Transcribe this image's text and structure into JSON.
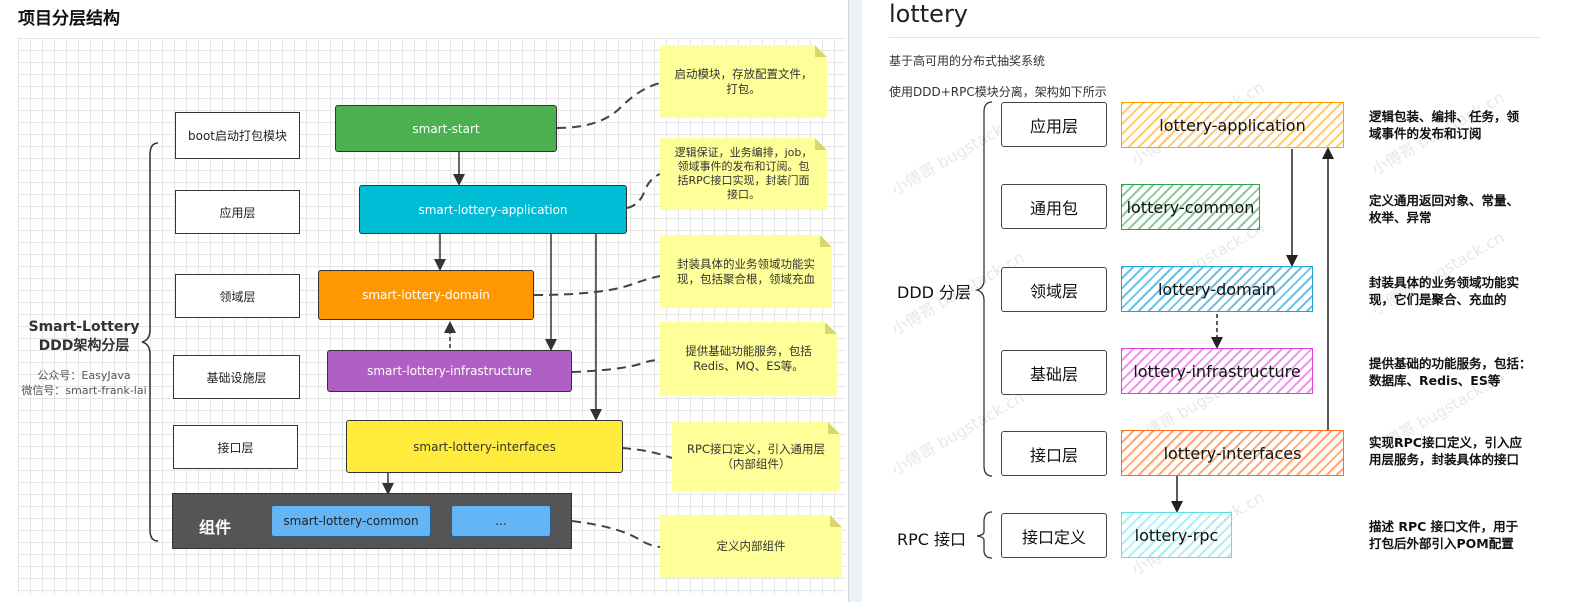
{
  "left": {
    "title": "项目分层结构",
    "main_title_line1": "Smart-Lottery",
    "main_title_line2": "DDD架构分层",
    "sub_line1": "公众号：EasyJava",
    "sub_line2": "微信号：smart-frank-lai",
    "layers": [
      "boot启动打包模块",
      "应用层",
      "领域层",
      "基础设施层",
      "接口层"
    ],
    "modules": {
      "start": "smart-start",
      "application": "smart-lottery-application",
      "domain": "smart-lottery-domain",
      "infrastructure": "smart-lottery-infrastructure",
      "interfaces": "smart-lottery-interfaces",
      "component_label": "组件",
      "common": "smart-lottery-common",
      "more": "..."
    },
    "notes": [
      [
        "启动模块，存放配置文件，",
        "打包。"
      ],
      [
        "逻辑保证，业务编排，job，",
        "领域事件的发布和订阅。包",
        "括RPC接口实现，封装门面",
        "接口。"
      ],
      [
        "封装具体的业务领域功能实",
        "现，包括聚合根，领域充血"
      ],
      [
        "提供基础功能服务，包括",
        "Redis、MQ、ES等。"
      ],
      [
        "RPC接口定义，引入通用层",
        "（内部组件）"
      ],
      [
        "定义内部组件"
      ]
    ],
    "colors": {
      "start": "#4caf50",
      "application": "#00bcd4",
      "domain": "#ff9800",
      "infrastructure": "#b05fc4",
      "interfaces": "#ffeb3b",
      "component": "#555555",
      "common": "#64b5f6"
    }
  },
  "right": {
    "title": "lottery",
    "desc1": "基于高可用的分布式抽奖系统",
    "desc2": "使用DDD+RPC模块分离，架构如下所示",
    "group_ddd": "DDD 分层",
    "group_rpc": "RPC 接口",
    "layers": [
      "应用层",
      "通用包",
      "领域层",
      "基础层",
      "接口层",
      "接口定义"
    ],
    "modules": [
      "lottery-application",
      "lottery-common",
      "lottery-domain",
      "lottery-infrastructure",
      "lottery-interfaces",
      "lottery-rpc"
    ],
    "descriptions": [
      [
        "逻辑包装、编排、任务，领",
        "域事件的发布和订阅"
      ],
      [
        "定义通用返回对象、常量、",
        "枚举、异常"
      ],
      [
        "封装具体的业务领域功能实",
        "现，它们是聚合、充血的"
      ],
      [
        "提供基础的功能服务，包括：",
        "数据库、Redis、ES等"
      ],
      [
        "实现RPC接口定义，引入应",
        "用层服务，封装具体的接口"
      ],
      [
        "描述 RPC 接口文件，用于",
        "打包后外部引入POM配置"
      ]
    ],
    "colors": [
      "#ffa000",
      "#2e9e4f",
      "#1ea0d8",
      "#e040e0",
      "#ff6d1f",
      "#5ee0e8"
    ],
    "watermark": "小傅哥 bugstack.cn"
  }
}
